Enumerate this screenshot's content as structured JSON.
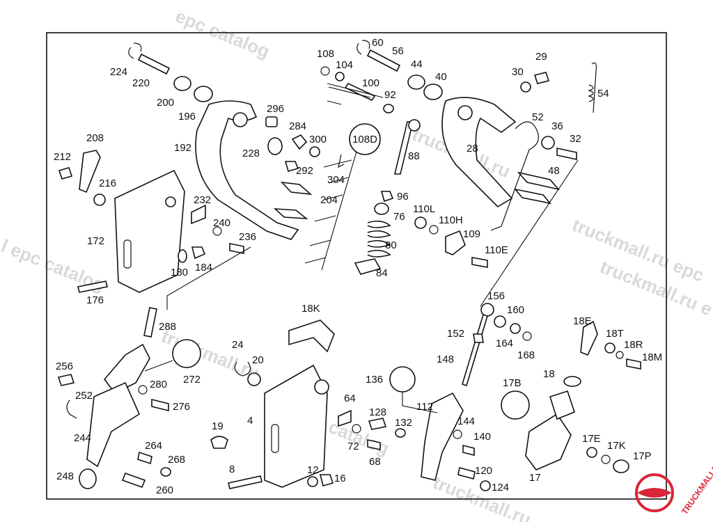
{
  "watermarks": [
    "epc catalog",
    "truckmall.ru epc",
    "l epc catalog",
    "truckmall.ru",
    "truckmall.ru",
    "truckmall.ru e",
    "catalog",
    "truckmall.ru"
  ],
  "brand": {
    "text": "TRUCKMALLPARTS",
    "color": "#d9263a"
  },
  "callout": "108D",
  "labels": [
    {
      "id": "224",
      "text": "224"
    },
    {
      "id": "220",
      "text": "220"
    },
    {
      "id": "200",
      "text": "200"
    },
    {
      "id": "196",
      "text": "196"
    },
    {
      "id": "192",
      "text": "192"
    },
    {
      "id": "208",
      "text": "208"
    },
    {
      "id": "212",
      "text": "212"
    },
    {
      "id": "216",
      "text": "216"
    },
    {
      "id": "172",
      "text": "172"
    },
    {
      "id": "176",
      "text": "176"
    },
    {
      "id": "180",
      "text": "180"
    },
    {
      "id": "184",
      "text": "184"
    },
    {
      "id": "232",
      "text": "232"
    },
    {
      "id": "240",
      "text": "240"
    },
    {
      "id": "236",
      "text": "236"
    },
    {
      "id": "228",
      "text": "228"
    },
    {
      "id": "296",
      "text": "296"
    },
    {
      "id": "284",
      "text": "284"
    },
    {
      "id": "300",
      "text": "300"
    },
    {
      "id": "292",
      "text": "292"
    },
    {
      "id": "304",
      "text": "304"
    },
    {
      "id": "204",
      "text": "204"
    },
    {
      "id": "108",
      "text": "108"
    },
    {
      "id": "104",
      "text": "104"
    },
    {
      "id": "100",
      "text": "100"
    },
    {
      "id": "92",
      "text": "92"
    },
    {
      "id": "88",
      "text": "88"
    },
    {
      "id": "96",
      "text": "96"
    },
    {
      "id": "76",
      "text": "76"
    },
    {
      "id": "80",
      "text": "80"
    },
    {
      "id": "84",
      "text": "84"
    },
    {
      "id": "60",
      "text": "60"
    },
    {
      "id": "56",
      "text": "56"
    },
    {
      "id": "44",
      "text": "44"
    },
    {
      "id": "40",
      "text": "40"
    },
    {
      "id": "30",
      "text": "30"
    },
    {
      "id": "29",
      "text": "29"
    },
    {
      "id": "54",
      "text": "54"
    },
    {
      "id": "52",
      "text": "52"
    },
    {
      "id": "36",
      "text": "36"
    },
    {
      "id": "32",
      "text": "32"
    },
    {
      "id": "28",
      "text": "28"
    },
    {
      "id": "48",
      "text": "48"
    },
    {
      "id": "110L",
      "text": "110L"
    },
    {
      "id": "110H",
      "text": "110H"
    },
    {
      "id": "109",
      "text": "109"
    },
    {
      "id": "110E",
      "text": "110E"
    },
    {
      "id": "288",
      "text": "288"
    },
    {
      "id": "256",
      "text": "256"
    },
    {
      "id": "252",
      "text": "252"
    },
    {
      "id": "280",
      "text": "280"
    },
    {
      "id": "276",
      "text": "276"
    },
    {
      "id": "272",
      "text": "272"
    },
    {
      "id": "244",
      "text": "244"
    },
    {
      "id": "264",
      "text": "264"
    },
    {
      "id": "268",
      "text": "268"
    },
    {
      "id": "248",
      "text": "248"
    },
    {
      "id": "260",
      "text": "260"
    },
    {
      "id": "18K",
      "text": "18K"
    },
    {
      "id": "24",
      "text": "24"
    },
    {
      "id": "20",
      "text": "20"
    },
    {
      "id": "4",
      "text": "4"
    },
    {
      "id": "19",
      "text": "19"
    },
    {
      "id": "8",
      "text": "8"
    },
    {
      "id": "12",
      "text": "12"
    },
    {
      "id": "16",
      "text": "16"
    },
    {
      "id": "64",
      "text": "64"
    },
    {
      "id": "72",
      "text": "72"
    },
    {
      "id": "68",
      "text": "68"
    },
    {
      "id": "136",
      "text": "136"
    },
    {
      "id": "128",
      "text": "128"
    },
    {
      "id": "132",
      "text": "132"
    },
    {
      "id": "112",
      "text": "112"
    },
    {
      "id": "144",
      "text": "144"
    },
    {
      "id": "140",
      "text": "140"
    },
    {
      "id": "120",
      "text": "120"
    },
    {
      "id": "124",
      "text": "124"
    },
    {
      "id": "148",
      "text": "148"
    },
    {
      "id": "152",
      "text": "152"
    },
    {
      "id": "156",
      "text": "156"
    },
    {
      "id": "160",
      "text": "160"
    },
    {
      "id": "164",
      "text": "164"
    },
    {
      "id": "168",
      "text": "168"
    },
    {
      "id": "18E",
      "text": "18E"
    },
    {
      "id": "18T",
      "text": "18T"
    },
    {
      "id": "18R",
      "text": "18R"
    },
    {
      "id": "18M",
      "text": "18M"
    },
    {
      "id": "17B",
      "text": "17B"
    },
    {
      "id": "18",
      "text": "18"
    },
    {
      "id": "17",
      "text": "17"
    },
    {
      "id": "17E",
      "text": "17E"
    },
    {
      "id": "17K",
      "text": "17K"
    },
    {
      "id": "17P",
      "text": "17P"
    }
  ]
}
